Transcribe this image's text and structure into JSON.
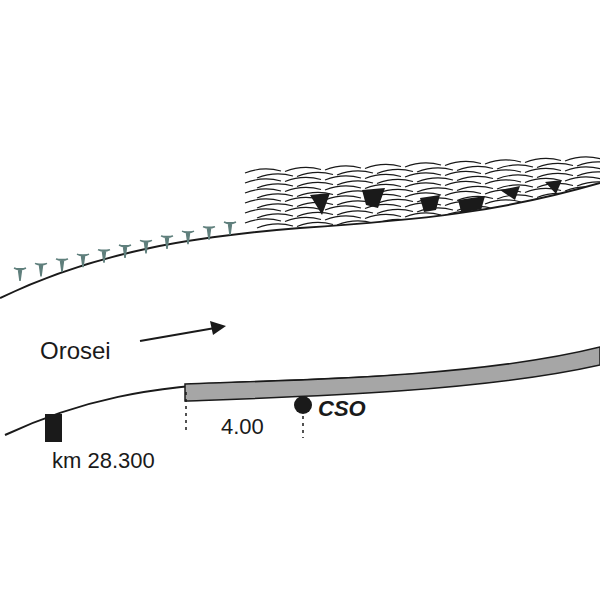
{
  "diagram": {
    "labels": [
      "Orosei",
      "km 28.300",
      "4.00",
      "CSO"
    ]
  }
}
